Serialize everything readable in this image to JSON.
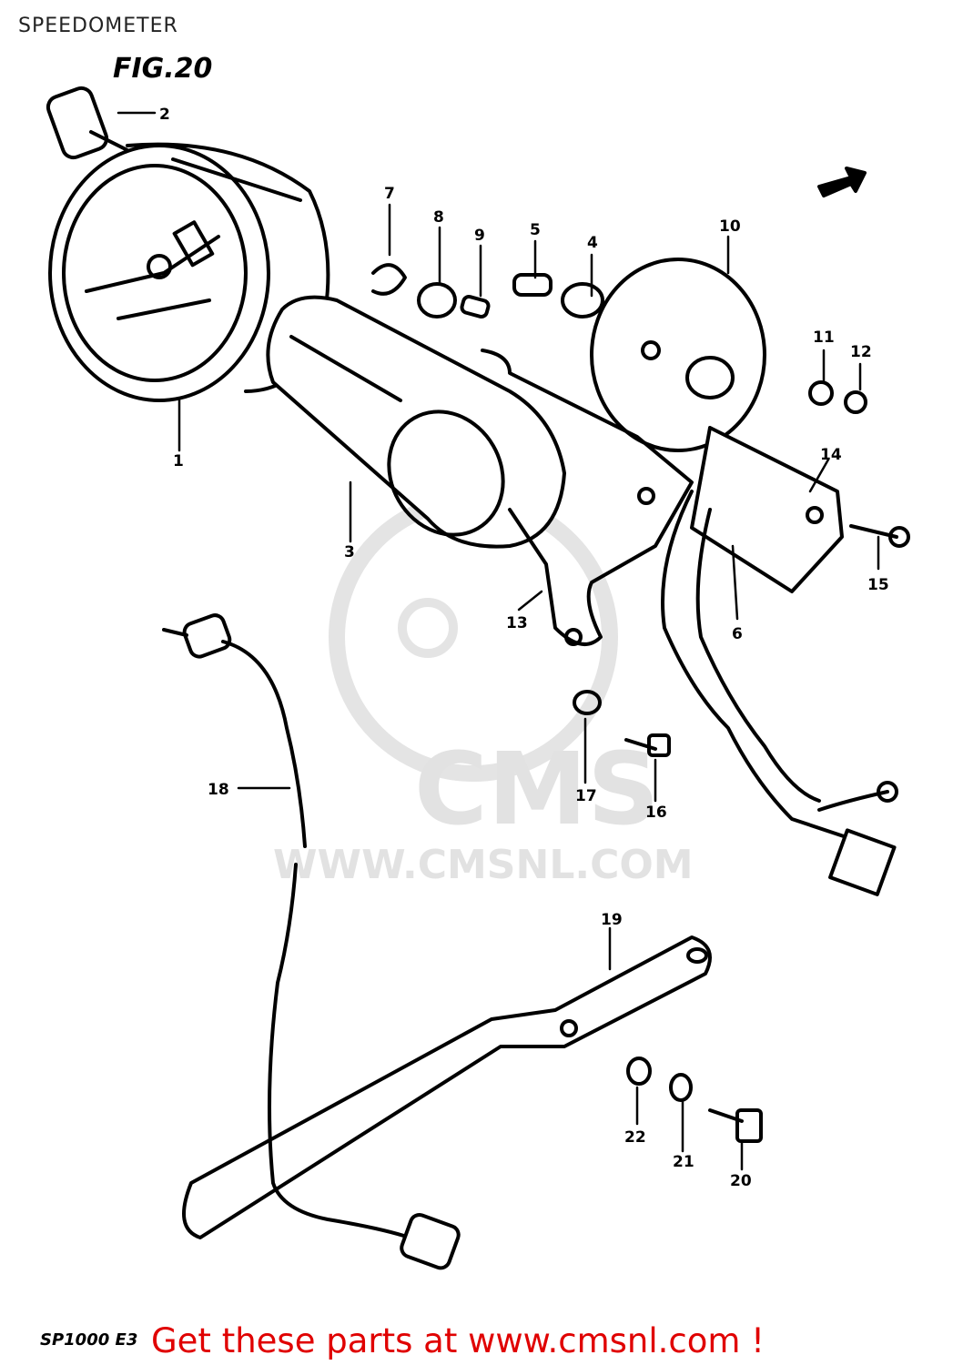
{
  "header": {
    "title": "SPEEDOMETER"
  },
  "figure": {
    "label": "FIG.20",
    "model_code": "SP1000 E3"
  },
  "watermark": {
    "brand": "CMS",
    "url": "WWW.CMSNL.COM"
  },
  "parts": [
    {
      "number": "1"
    },
    {
      "number": "2"
    },
    {
      "number": "3"
    },
    {
      "number": "4"
    },
    {
      "number": "5"
    },
    {
      "number": "6"
    },
    {
      "number": "7"
    },
    {
      "number": "8"
    },
    {
      "number": "9"
    },
    {
      "number": "10"
    },
    {
      "number": "11"
    },
    {
      "number": "12"
    },
    {
      "number": "13"
    },
    {
      "number": "14"
    },
    {
      "number": "15"
    },
    {
      "number": "16"
    },
    {
      "number": "17"
    },
    {
      "number": "18"
    },
    {
      "number": "19"
    },
    {
      "number": "20"
    },
    {
      "number": "21"
    },
    {
      "number": "22"
    }
  ],
  "footer": {
    "link_text": "Get these parts at www.cmsnl.com !",
    "link_color": "#e00000"
  }
}
